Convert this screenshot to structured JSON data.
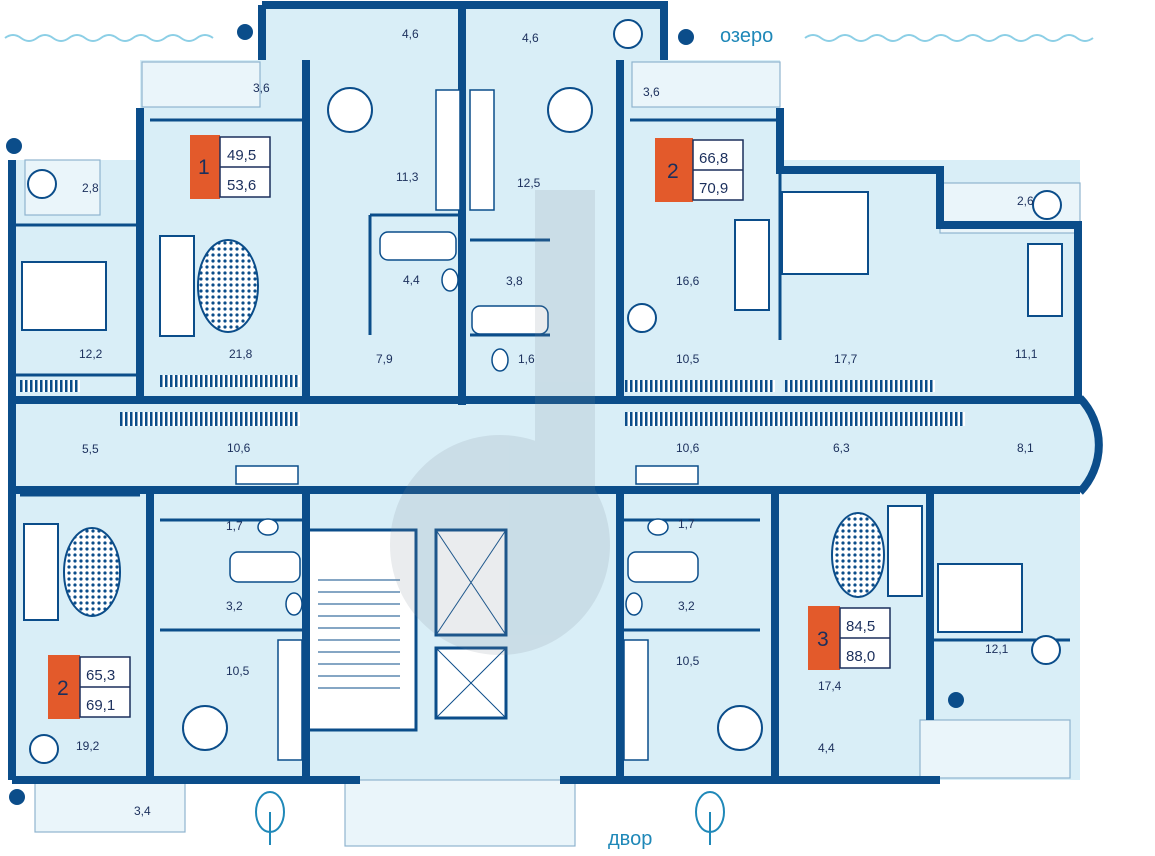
{
  "compass": {
    "top": "озеро",
    "bottom": "двор"
  },
  "colors": {
    "wall": "#0b4d8a",
    "room_fill": "#d9eef7",
    "balcony_fill": "#eaf5fa",
    "badge_fill": "#e35a2b",
    "text": "#1b2f5c",
    "water": "#8ccfe6"
  },
  "apartments": [
    {
      "rooms": "1",
      "area_living": "49,5",
      "area_total": "53,6"
    },
    {
      "rooms": "2",
      "area_living": "66,8",
      "area_total": "70,9"
    },
    {
      "rooms": "2",
      "area_living": "65,3",
      "area_total": "69,1"
    },
    {
      "rooms": "3",
      "area_living": "84,5",
      "area_total": "88,0"
    }
  ],
  "room_areas": [
    "4,6",
    "4,6",
    "3,6",
    "3,6",
    "2,8",
    "2,6",
    "11,3",
    "12,5",
    "4,4",
    "3,8",
    "16,6",
    "12,2",
    "21,8",
    "7,9",
    "1,6",
    "10,5",
    "17,7",
    "11,1",
    "10,6",
    "10,6",
    "6,3",
    "8,1",
    "5,5",
    "1,7",
    "1,7",
    "3,2",
    "3,2",
    "10,5",
    "10,5",
    "17,4",
    "12,1",
    "19,2",
    "4,4",
    "3,4"
  ],
  "icons": [
    "fan-icon",
    "round-table-icon",
    "bed-icon",
    "sofa-icon",
    "plant-icon",
    "tree-icon",
    "bathtub-icon",
    "toilet-icon",
    "stove-icon"
  ]
}
